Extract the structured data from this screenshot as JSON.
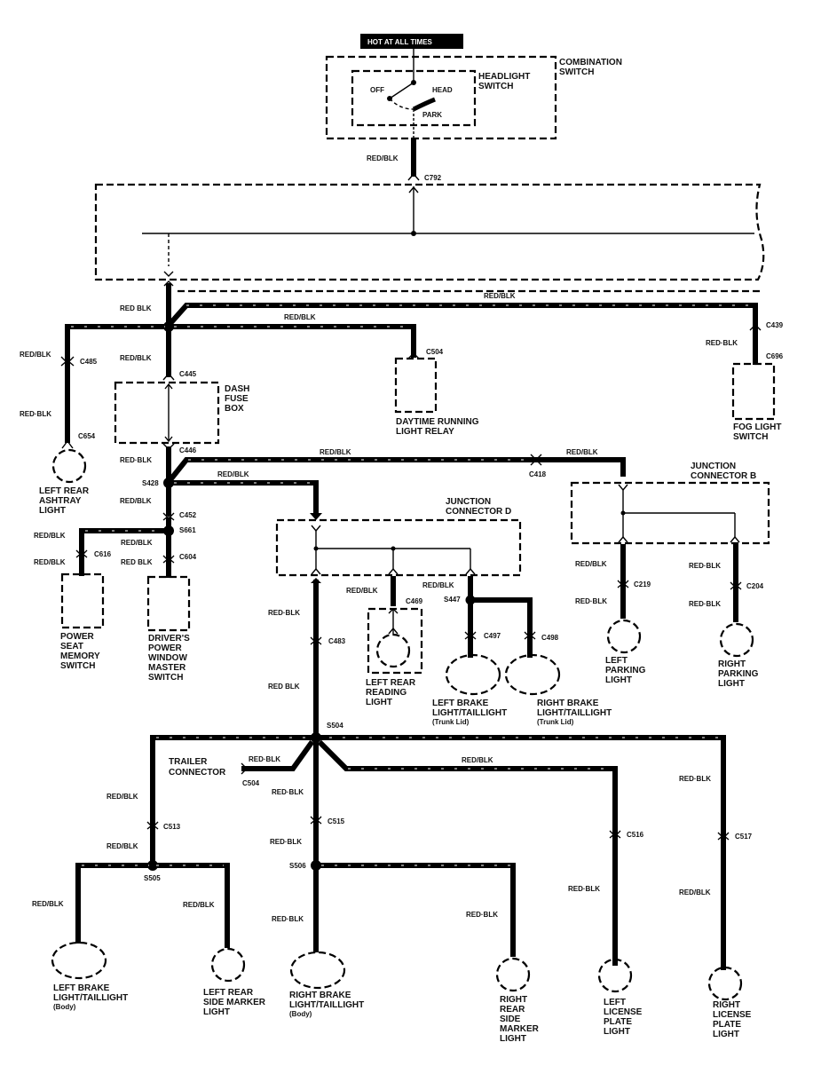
{
  "diagram": {
    "type": "automotive wiring diagram",
    "power_label": "HOT AT ALL TIMES",
    "wire_color": "RED/BLK",
    "combination_switch": {
      "label_line1": "COMBINATION",
      "label_line2": "SWITCH",
      "headlight_switch": {
        "label_line1": "HEADLIGHT",
        "label_line2": "SWITCH",
        "positions": [
          "OFF",
          "HEAD",
          "PARK"
        ]
      }
    },
    "dash_fuse_box": {
      "line1": "DASH",
      "line2": "FUSE",
      "line3": "BOX"
    },
    "junction_connector_d": {
      "line1": "JUNCTION",
      "line2": "CONNECTOR D"
    },
    "junction_connector_b": {
      "line1": "JUNCTION",
      "line2": "CONNECTOR B"
    },
    "trailer_connector": {
      "line1": "TRAILER",
      "line2": "CONNECTOR"
    },
    "connectors": {
      "c792": "C792",
      "c485": "C485",
      "c654": "C654",
      "c445": "C445",
      "c504a": "C504",
      "c439": "C439",
      "c696": "C696",
      "c446": "C446",
      "c418": "C418",
      "c452": "C452",
      "c616": "C616",
      "c604": "C604",
      "c469": "C469",
      "c483": "C483",
      "c497": "C497",
      "c498": "C498",
      "c219": "C219",
      "c204": "C204",
      "c504b": "C504",
      "c513": "C513",
      "c515": "C515",
      "c516": "C516",
      "c517": "C517"
    },
    "splices": {
      "s428": "S428",
      "s661": "S661",
      "s447": "S447",
      "s504": "S504",
      "s505": "S505",
      "s506": "S506"
    },
    "wire_labels": {
      "w1": "RED/BLK",
      "w2": "RED BLK",
      "w3": "RED/BLK",
      "w4": "RED/BLK",
      "w5": "RED/BLK",
      "w6": "RED·BLK",
      "w7": "RED·BLK",
      "w8": "RED/BLK",
      "w9": "RED·BLK",
      "w10": "RED/BLK",
      "w11": "RED/BLK",
      "w12": "RED/BLK",
      "w13": "RED/BLK",
      "w14": "RED/BLK",
      "w15": "RED/BLK",
      "w16": "RED/BLK",
      "w17": "RED BLK",
      "w18": "RED/BLK",
      "w19": "RED/BLK",
      "w20": "RED/BLK",
      "w21": "RED·BLK",
      "w22": "RED·BLK",
      "w23": "RED·BLK",
      "w24": "RED·BLK",
      "w25": "RED BLK",
      "w26": "RED/BLK",
      "w27": "RED/BLK",
      "w28": "RED·BLK",
      "w29": "RED/BLK",
      "w30": "RED·BLK",
      "w31": "RED·BLK",
      "w32": "RED/BLK",
      "w33": "RED·BLK",
      "w34": "RED·BLK",
      "w35": "RED·BLK",
      "w36": "RED·BLK",
      "w37": "RED/BLK",
      "w38": "RED/BLK",
      "w39": "RED/BLK",
      "w40": "RED·BLK"
    },
    "components": {
      "left_rear_ashtray_light": [
        "LEFT REAR",
        "ASHTRAY",
        "LIGHT"
      ],
      "daytime_running_light_relay": [
        "DAYTIME RUNNING",
        "LIGHT RELAY"
      ],
      "fog_light_switch": [
        "FOG LIGHT",
        "SWITCH"
      ],
      "power_seat_memory_switch": [
        "POWER",
        "SEAT",
        "MEMORY",
        "SWITCH"
      ],
      "drivers_power_window_master_switch": [
        "DRIVER'S",
        "POWER",
        "WINDOW",
        "MASTER",
        "SWITCH"
      ],
      "left_rear_reading_light": [
        "LEFT REAR",
        "READING",
        "LIGHT"
      ],
      "left_brake_light_trunk": [
        "LEFT BRAKE",
        "LIGHT/TAILLIGHT",
        "(Trunk Lid)"
      ],
      "right_brake_light_trunk": [
        "RIGHT BRAKE",
        "LIGHT/TAILLIGHT",
        "(Trunk Lid)"
      ],
      "left_parking_light": [
        "LEFT",
        "PARKING",
        "LIGHT"
      ],
      "right_parking_light": [
        "RIGHT",
        "PARKING",
        "LIGHT"
      ],
      "left_brake_light_body": [
        "LEFT BRAKE",
        "LIGHT/TAILLIGHT",
        "(Body)"
      ],
      "left_rear_side_marker_light": [
        "LEFT REAR",
        "SIDE MARKER",
        "LIGHT"
      ],
      "right_brake_light_body": [
        "RIGHT BRAKE",
        "LIGHT/TAILLIGHT",
        "(Body)"
      ],
      "right_rear_side_marker_light": [
        "RIGHT",
        "REAR",
        "SIDE",
        "MARKER",
        "LIGHT"
      ],
      "left_license_plate_light": [
        "LEFT",
        "LICENSE",
        "PLATE",
        "LIGHT"
      ],
      "right_license_plate_light": [
        "RIGHT",
        "LICENSE",
        "PLATE",
        "LIGHT"
      ]
    }
  }
}
